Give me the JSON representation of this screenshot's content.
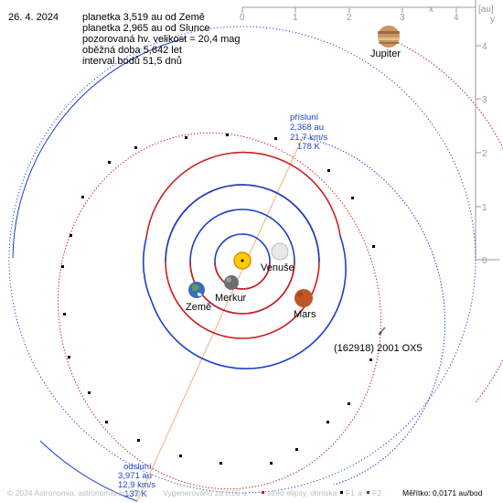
{
  "header": {
    "date": "26. 4. 2024",
    "lines": [
      "planetka 3,519 au od Země",
      "planetka 2,965 au od Slunce",
      "pozorovaná hv. velikost = 20,4 mag",
      "oběžná doba 5,642 let",
      "interval bodů 51,5 dnů"
    ]
  },
  "axes": {
    "x_ticks": [
      "0",
      "1",
      "2",
      "3",
      "4"
    ],
    "y_ticks": [
      "4",
      "3",
      "2",
      "1",
      "0"
    ],
    "x_name": "x",
    "unit": "[au]",
    "y_name": "y"
  },
  "labels": {
    "jupiter": "Jupiter",
    "venus": "Venuše",
    "mercury": "Merkur",
    "earth": "Země",
    "mars": "Mars",
    "asteroid": "(162918) 2001 OX5"
  },
  "perihelion": [
    "přísluní",
    "2,368 au",
    "21,7 km/s",
    "178 K"
  ],
  "aphelion": [
    "odsluní",
    "3,971 au",
    "12,9 km/s",
    "137 K"
  ],
  "footer": {
    "copyright": "© 2024 Astronomia, astronomia.zcu.cz",
    "generated": "Vygenerováno za 0,09 s",
    "legend_center": "střed elipsy, ohniska",
    "legend_f1": "F1",
    "legend_a": "a",
    "legend_f2": "F2",
    "scale": "Měřítko: 0,0171 au/bod"
  },
  "colors": {
    "asteroid_orbit": "#1a3fd0",
    "planet_orbit": "#cc2020",
    "mercury_orbit": "#cc2020",
    "venus_orbit": "#1a3fd0",
    "earth_orbit": "#1a3fd0",
    "mars_orbit": "#cc2020",
    "jupiter_orbit": "#cc2020",
    "apsis_line": "#f0b080"
  }
}
